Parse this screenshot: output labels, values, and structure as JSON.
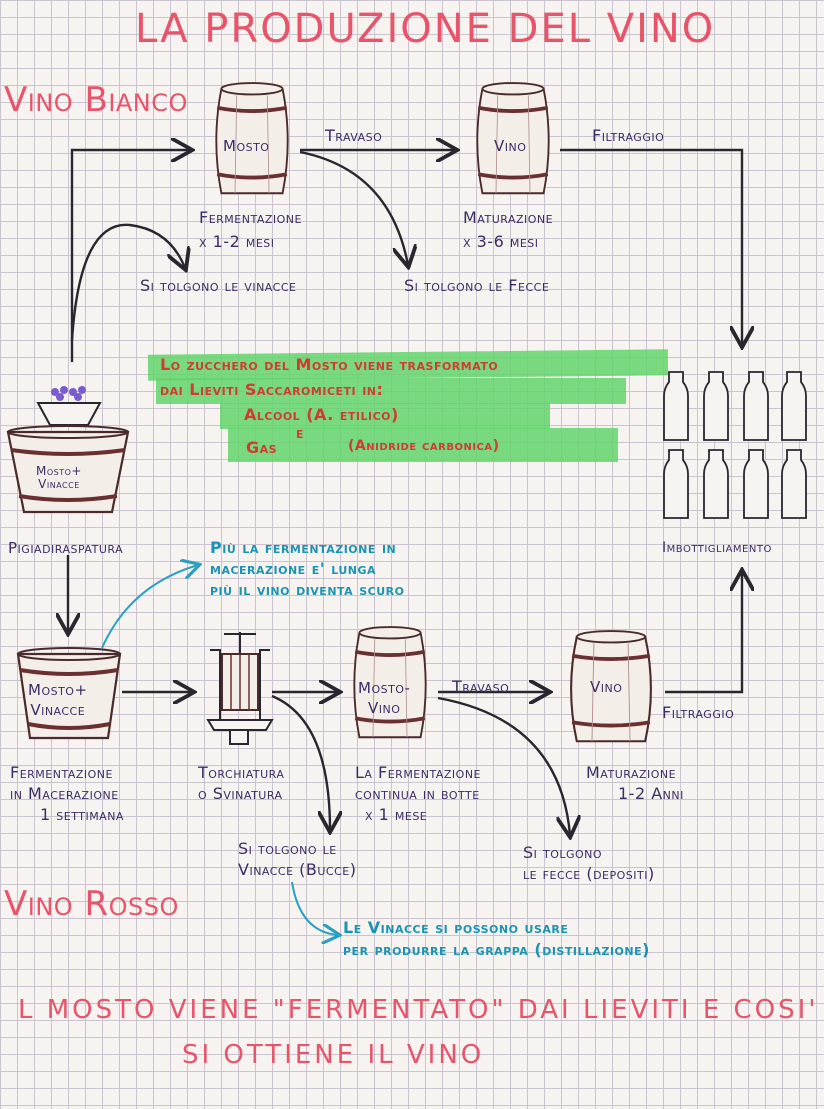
{
  "title": "LA PRODUZIONE DEL VINO",
  "sections": {
    "white": "Vino Bianco",
    "red": "Vino Rosso"
  },
  "white_wine": {
    "barrel1": "Mosto",
    "barrel2": "Vino",
    "travaso": "Travaso",
    "filtraggio": "Filtraggio",
    "fermentazione": [
      "Fermentazione",
      "x 1-2 mesi"
    ],
    "maturazione": [
      "Maturazione",
      "x 3-6 mesi"
    ],
    "vinacce": "Si tolgono le vinacce",
    "fecce": "Si tolgono le Fecce"
  },
  "fermentation_note": {
    "line1": "Lo zucchero del Mosto viene trasformato",
    "line2": "dai Lieviti Saccaromiceti in:",
    "line3": "Alcool (A. etilico)",
    "line4": "e",
    "line5a": "Gas",
    "line5b": "(Anidride carbonica)"
  },
  "crusher": {
    "content": [
      "Mosto+",
      "Vinacce"
    ],
    "label": "Pigiadiraspatura"
  },
  "bottling": "Imbottigliamento",
  "maceration_note": [
    "Più la fermentazione in",
    "macerazione e' lunga",
    "più il vino diventa scuro"
  ],
  "red_wine": {
    "vat": [
      "Mosto+",
      "Vinacce"
    ],
    "barrel1": [
      "Mosto-",
      "Vino"
    ],
    "barrel2": "Vino",
    "travaso": "Travaso",
    "filtraggio": "Filtraggio",
    "step1": [
      "Fermentazione",
      "in Macerazione",
      "1 settimana"
    ],
    "step2": [
      "Torchiatura",
      "o Svinatura"
    ],
    "step3": [
      "La Fermentazione",
      "continua in botte",
      "x 1 mese"
    ],
    "step4": [
      "Maturazione",
      "1-2 Anni"
    ],
    "vinacce": [
      "Si tolgono le",
      "Vinacce (Bucce)"
    ],
    "fecce": [
      "Si tolgono",
      "le fecce (depositi)"
    ],
    "grappa": [
      "Le Vinacce si possono usare",
      "per produrre la grappa (distillazione)"
    ]
  },
  "bottom_text": [
    "L MOSTO VIENE \"FERMENTATO\" DAI LIEVITI E COSI'",
    "SI OTTIENE IL VINO"
  ]
}
